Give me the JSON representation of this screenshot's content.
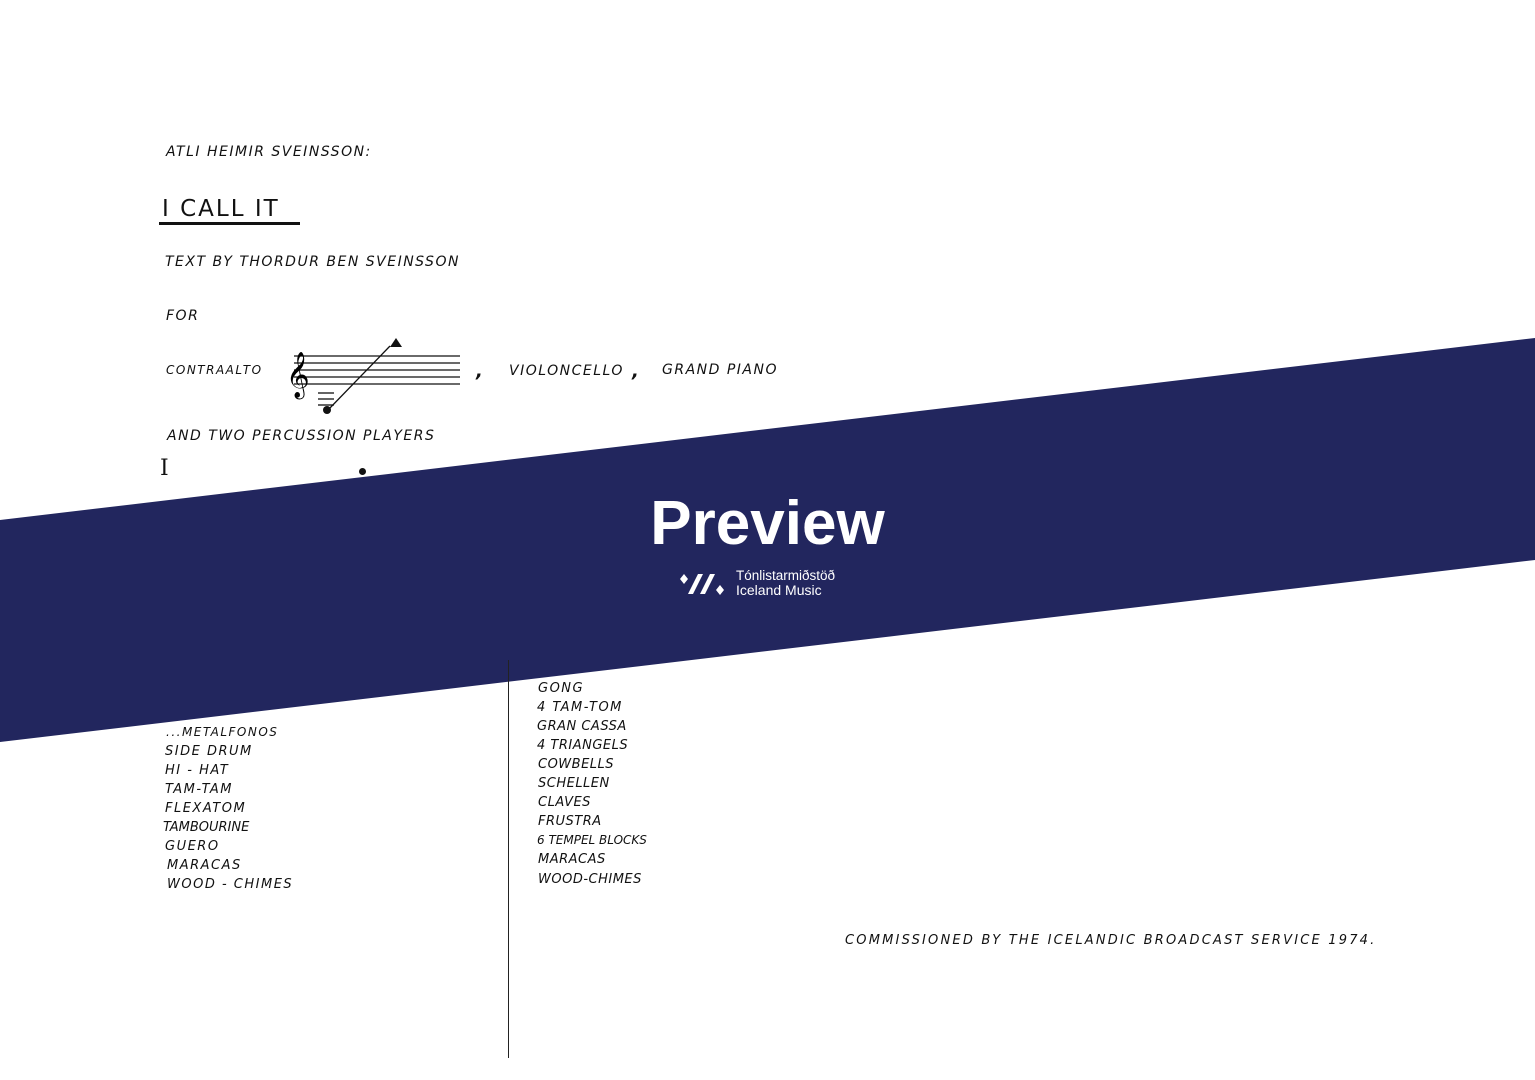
{
  "header": {
    "composer": "ATLI HEIMIR SVEINSSON:",
    "title": "I CALL IT",
    "text_by": "TEXT BY THORDUR BEN SVEINSSON",
    "for": "FOR",
    "instruments": {
      "voice": "CONTRAALTO",
      "sep1": ",",
      "cello": "VIOLONCELLO",
      "sep2": ",",
      "piano": "GRAND PIANO"
    },
    "percussion": "AND TWO PERCUSSION PLAYERS",
    "section_mark": "I"
  },
  "player1": {
    "items": [
      "...METALFONOS",
      "SIDE DRUM",
      "HI - HAT",
      "TAM-TAM",
      "FLEXATOM",
      "TAMBOURINE",
      "GUERO",
      "MARACAS",
      "WOOD - CHIMES"
    ]
  },
  "player2": {
    "items": [
      "GONG",
      "4 TAM-TOM",
      "GRAN CASSA",
      "4 TRIANGELS",
      "COWBELLS",
      "SCHELLEN",
      "CLAVES",
      "FRUSTRA",
      "6 TEMPEL BLOCKS",
      "MARACAS",
      "WOOD-CHIMES"
    ]
  },
  "commission": "COMMISSIONED BY THE ICELANDIC BROADCAST SERVICE 1974.",
  "watermark": {
    "label": "Preview",
    "brand_line1": "Tónlistarmiðstöð",
    "brand_line2": "Iceland Music",
    "color": "#22265e"
  }
}
